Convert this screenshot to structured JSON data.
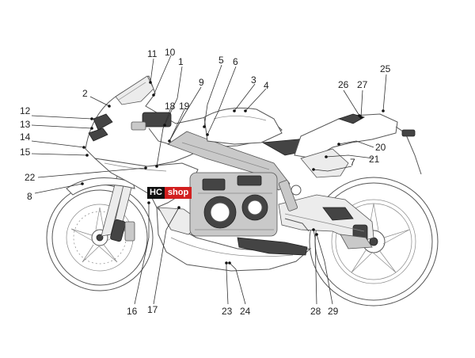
{
  "logo": {
    "part1": "HC",
    "part2": "shop"
  },
  "callouts": [
    {
      "id": "1",
      "label": "1"
    },
    {
      "id": "2",
      "label": "2"
    },
    {
      "id": "3",
      "label": "3"
    },
    {
      "id": "4",
      "label": "4"
    },
    {
      "id": "5",
      "label": "5"
    },
    {
      "id": "6",
      "label": "6"
    },
    {
      "id": "7",
      "label": "7"
    },
    {
      "id": "8",
      "label": "8"
    },
    {
      "id": "9",
      "label": "9"
    },
    {
      "id": "10",
      "label": "10"
    },
    {
      "id": "11",
      "label": "11"
    },
    {
      "id": "12",
      "label": "12"
    },
    {
      "id": "13",
      "label": "13"
    },
    {
      "id": "14",
      "label": "14"
    },
    {
      "id": "15",
      "label": "15"
    },
    {
      "id": "16",
      "label": "16"
    },
    {
      "id": "17",
      "label": "17"
    },
    {
      "id": "18",
      "label": "18"
    },
    {
      "id": "19",
      "label": "19"
    },
    {
      "id": "20",
      "label": "20"
    },
    {
      "id": "21",
      "label": "21"
    },
    {
      "id": "22",
      "label": "22"
    },
    {
      "id": "23",
      "label": "23"
    },
    {
      "id": "24",
      "label": "24"
    },
    {
      "id": "25",
      "label": "25"
    },
    {
      "id": "26",
      "label": "26"
    },
    {
      "id": "27",
      "label": "27"
    },
    {
      "id": "28",
      "label": "28"
    },
    {
      "id": "29",
      "label": "29"
    }
  ]
}
